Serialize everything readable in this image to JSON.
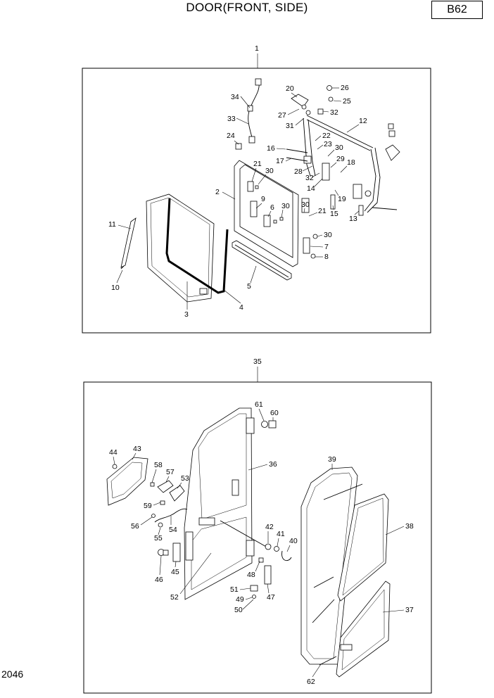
{
  "header": {
    "title": "DOOR(FRONT, SIDE)",
    "code": "B62"
  },
  "footer": {
    "page_number": "2046"
  },
  "labels": {
    "p1": "1",
    "p2": "2",
    "p3": "3",
    "p4": "4",
    "p5": "5",
    "p6": "6",
    "p7": "7",
    "p8": "8",
    "p9": "9",
    "p10": "10",
    "p11": "11",
    "p12": "12",
    "p13": "13",
    "p14": "14",
    "p15": "15",
    "p16": "16",
    "p17": "17",
    "p18": "18",
    "p19": "19",
    "p20": "20",
    "p21a": "21",
    "p21b": "21",
    "p22": "22",
    "p23": "23",
    "p24": "24",
    "p25": "25",
    "p26": "26",
    "p27": "27",
    "p28": "28",
    "p29": "29",
    "p30a": "30",
    "p30b": "30",
    "p30c": "30",
    "p30d": "30",
    "p30e": "30",
    "p31": "31",
    "p32a": "32",
    "p32b": "32",
    "p33": "33",
    "p34": "34",
    "p35": "35",
    "p36": "36",
    "p37": "37",
    "p38": "38",
    "p39": "39",
    "p40": "40",
    "p41": "41",
    "p42": "42",
    "p43": "43",
    "p44": "44",
    "p45": "45",
    "p46": "46",
    "p47": "47",
    "p48": "48",
    "p49": "49",
    "p50": "50",
    "p51": "51",
    "p52": "52",
    "p53": "53",
    "p54": "54",
    "p55": "55",
    "p56": "56",
    "p57": "57",
    "p58": "58",
    "p59": "59",
    "p60": "60",
    "p61": "61",
    "p62": "62"
  }
}
